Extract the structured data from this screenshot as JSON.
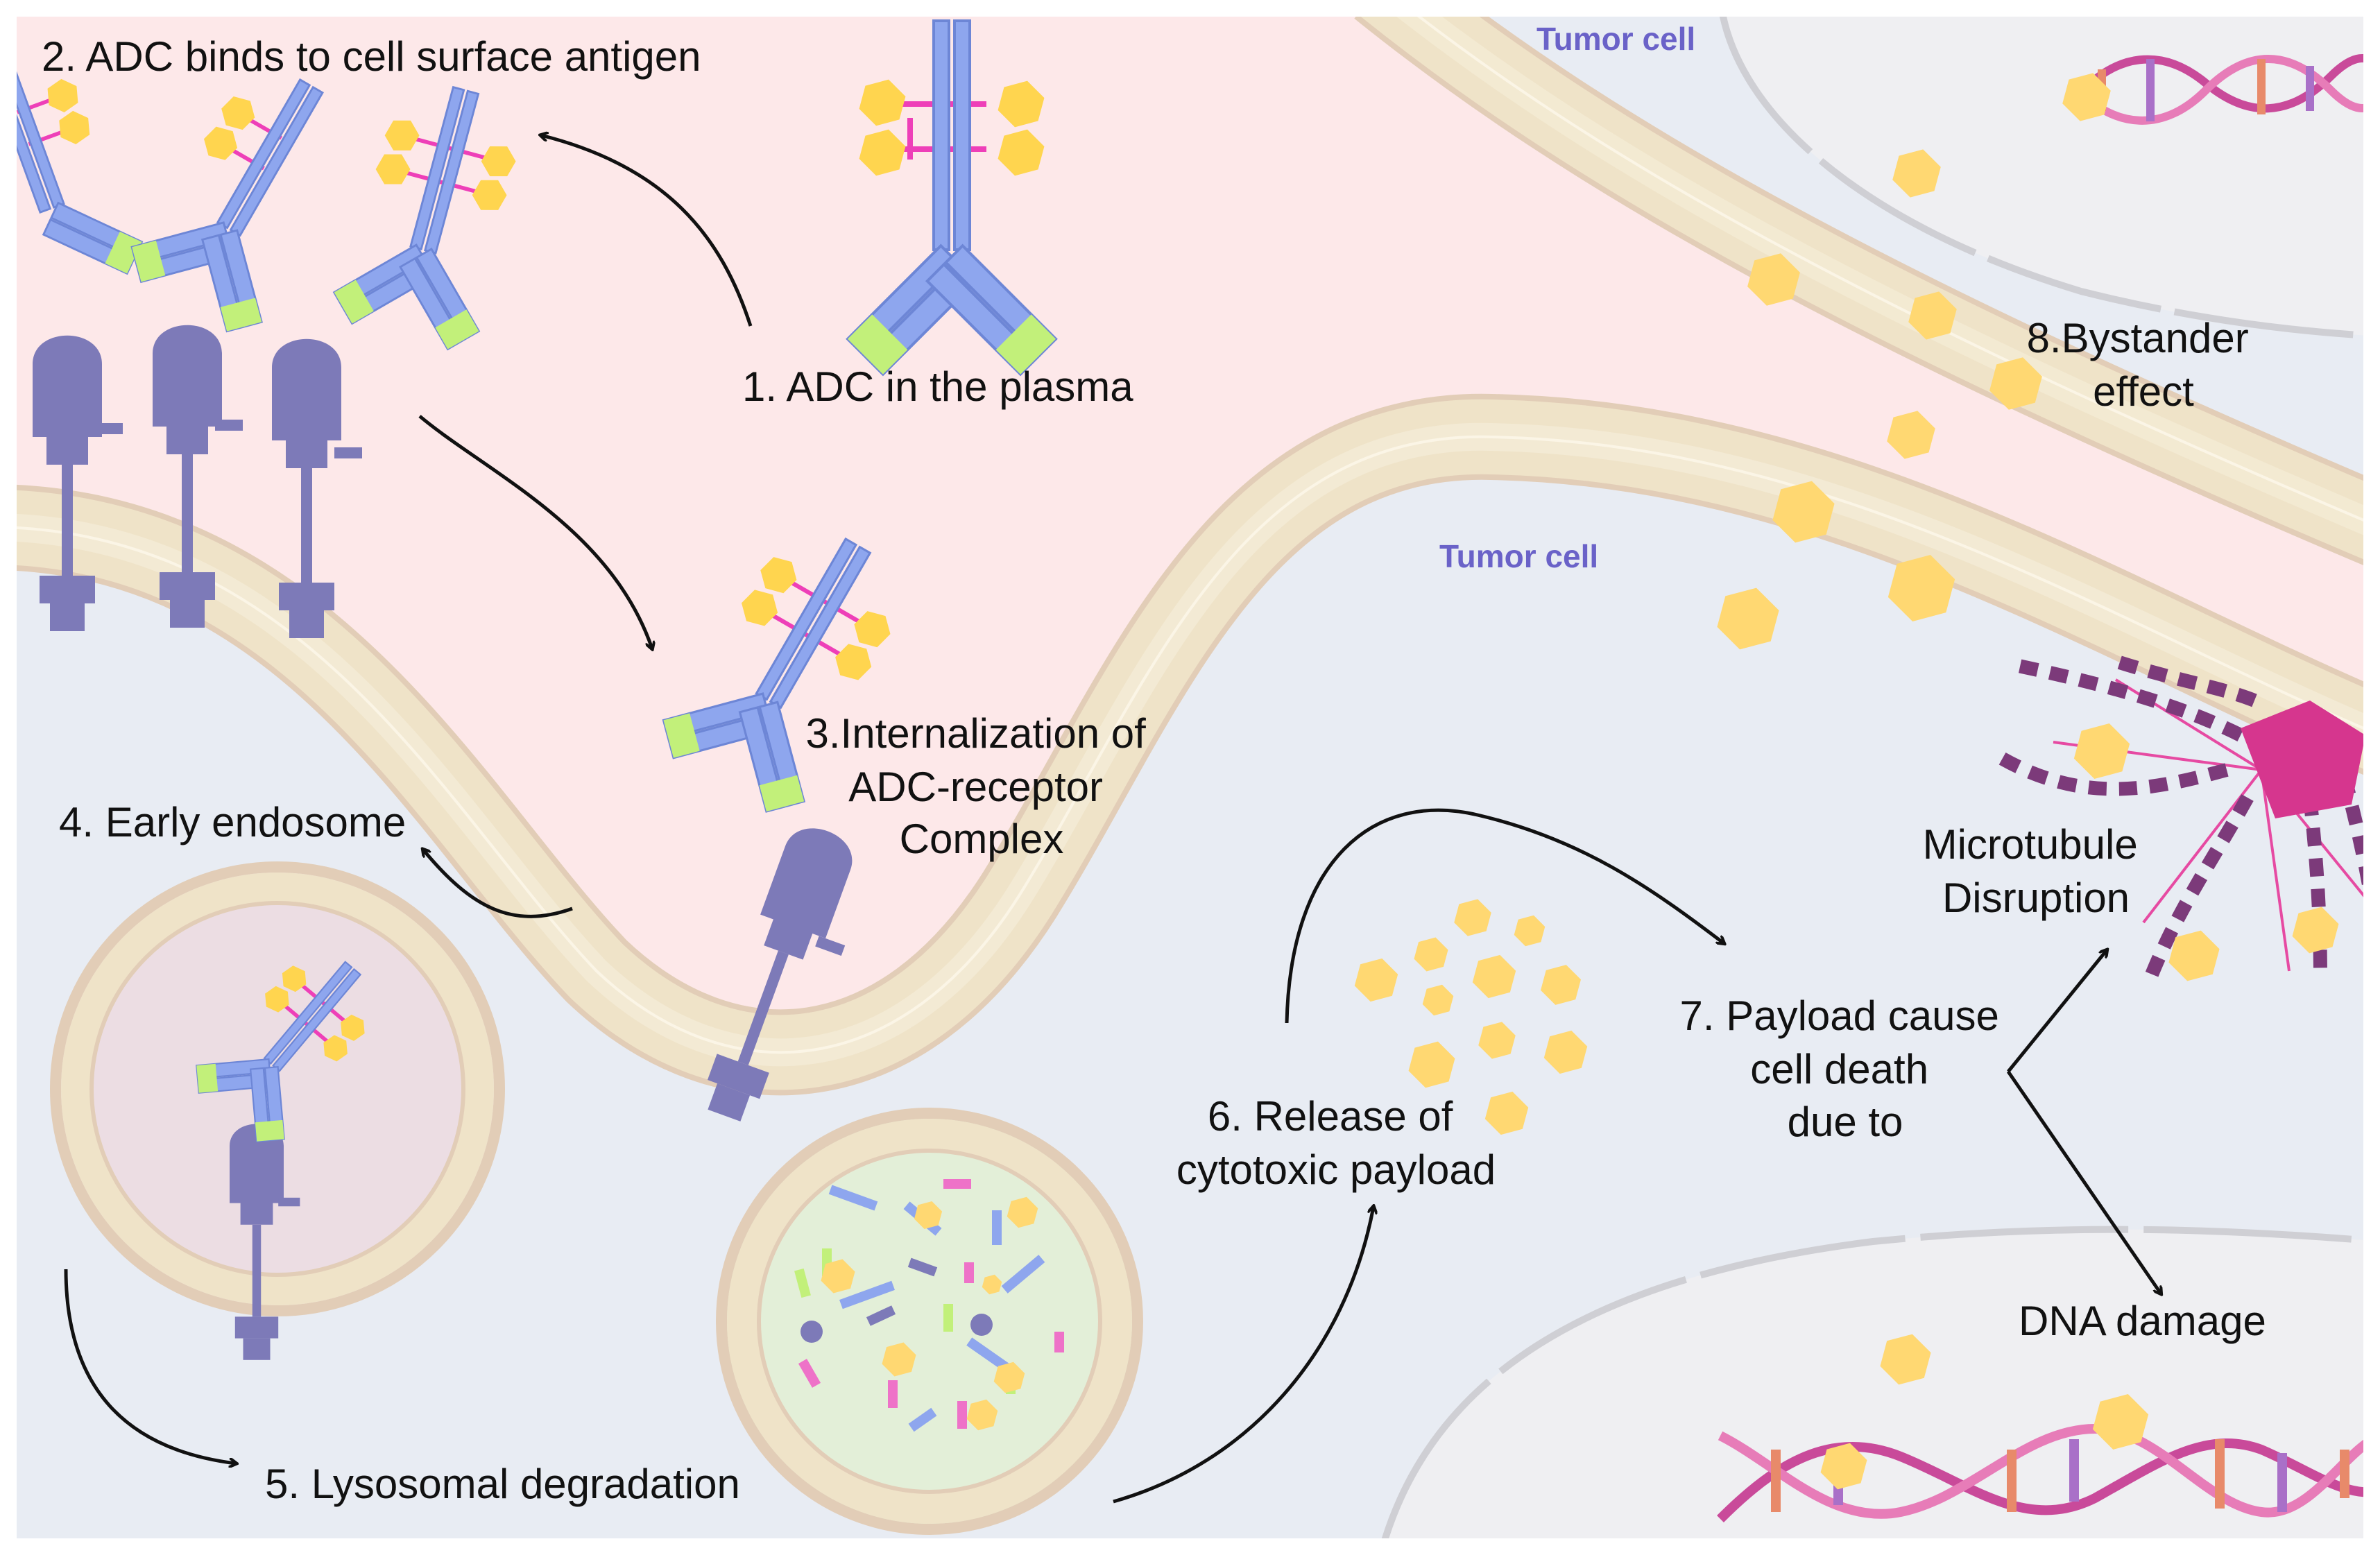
{
  "colors": {
    "plasma": "#fde8e9",
    "cytoplasm": "#e8ecf3",
    "membrane": "#efe3c8",
    "membrane_edge": "#e2cdb7",
    "antibody": "#8ea6ee",
    "antibody_edge": "#6d86d6",
    "fc_tip": "#c2f07a",
    "linker": "#ee3fb8",
    "payload": "#ffd54f",
    "payload_soft": "#ffd872",
    "receptor": "#7d7ab8",
    "cell_label": "#6a62c8",
    "mt_organizing_center": "#d6368e",
    "microtubule": "#7c3a7a",
    "dna_strand": "#c94a9a",
    "lysosome_fill": "#e3efd8",
    "endosome_fill": "#ecdde3"
  },
  "labels": {
    "step1": "1. ADC in the plasma",
    "step2": "2. ADC binds to cell surface antigen",
    "step3": [
      "3.Internalization of",
      "ADC-receptor",
      "Complex"
    ],
    "step4": "4. Early endosome",
    "step5": "5. Lysosomal degradation",
    "step6": [
      "6. Release of",
      "cytotoxic payload"
    ],
    "step7": [
      "7. Payload cause",
      "cell death",
      "due to"
    ],
    "step8": [
      "8.Bystander",
      "effect"
    ],
    "microtubule": [
      "Microtubule",
      "Disruption"
    ],
    "dna_damage": "DNA damage",
    "tumor_cell_top": "Tumor cell",
    "tumor_cell_mid": "Tumor cell"
  },
  "icons": [
    "antibody-drug-conjugate-icon",
    "receptor-icon",
    "payload-icon",
    "dna-helix-icon",
    "microtubule-icon",
    "lysosome-icon",
    "endosome-icon"
  ]
}
